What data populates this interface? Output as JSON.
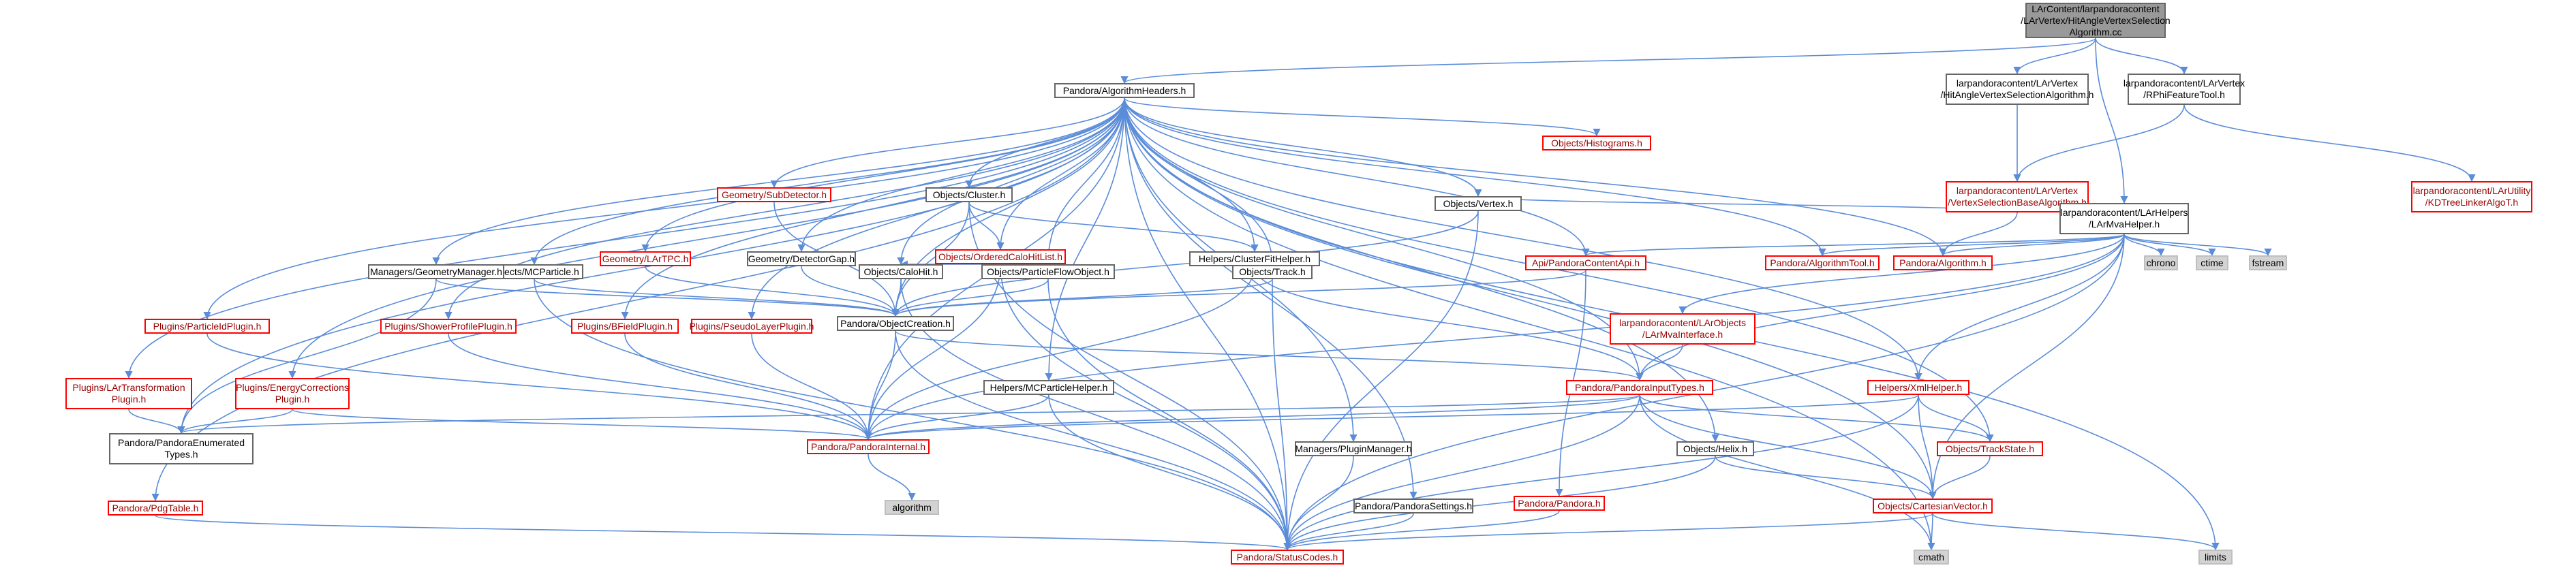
{
  "graph": {
    "edge_color": "#5b8cd8",
    "nodes": [
      {
        "id": "root",
        "label": "LArContent/larpandoracontent\n/LArVertex/HitAngleVertexSelection\nAlgorithm.cc",
        "style": "root"
      },
      {
        "id": "algheaders",
        "label": "Pandora/AlgorithmHeaders.h",
        "style": "normal"
      },
      {
        "id": "hitangle_h",
        "label": "larpandoracontent/LArVertex\n/HitAngleVertexSelectionAlgorithm.h",
        "style": "normal"
      },
      {
        "id": "rphi",
        "label": "larpandoracontent/LArVertex\n/RPhiFeatureTool.h",
        "style": "normal"
      },
      {
        "id": "vsba",
        "label": "larpandoracontent/LArVertex\n/VertexSelectionBaseAlgorithm.h",
        "style": "red"
      },
      {
        "id": "kdtree",
        "label": "larpandoracontent/LArUtility\n/KDTreeLinkerAlgoT.h",
        "style": "red"
      },
      {
        "id": "mvahelper",
        "label": "larpandoracontent/LArHelpers\n/LArMvaHelper.h",
        "style": "normal"
      },
      {
        "id": "chrono",
        "label": "chrono",
        "style": "grey"
      },
      {
        "id": "ctime",
        "label": "ctime",
        "style": "grey"
      },
      {
        "id": "fstream",
        "label": "fstream",
        "style": "grey"
      },
      {
        "id": "algtool",
        "label": "Pandora/AlgorithmTool.h",
        "style": "red"
      },
      {
        "id": "algorithm_h",
        "label": "Pandora/Algorithm.h",
        "style": "red"
      },
      {
        "id": "apicontent",
        "label": "Api/PandoraContentApi.h",
        "style": "red"
      },
      {
        "id": "mvaint",
        "label": "larpandoracontent/LArObjects\n/LArMvaInterface.h",
        "style": "red"
      },
      {
        "id": "pandora_h",
        "label": "Pandora/Pandora.h",
        "style": "red"
      },
      {
        "id": "inputtypes",
        "label": "Pandora/PandoraInputTypes.h",
        "style": "red"
      },
      {
        "id": "xmlhelper",
        "label": "Helpers/XmlHelper.h",
        "style": "red"
      },
      {
        "id": "trackstate",
        "label": "Objects/TrackState.h",
        "style": "red"
      },
      {
        "id": "cartesian",
        "label": "Objects/CartesianVector.h",
        "style": "red"
      },
      {
        "id": "cmath",
        "label": "cmath",
        "style": "grey"
      },
      {
        "id": "limits",
        "label": "limits",
        "style": "grey"
      },
      {
        "id": "statuscodes",
        "label": "Pandora/StatusCodes.h",
        "style": "red"
      },
      {
        "id": "histograms",
        "label": "Objects/Histograms.h",
        "style": "red"
      },
      {
        "id": "vertex",
        "label": "Objects/Vertex.h",
        "style": "normal"
      },
      {
        "id": "track",
        "label": "Objects/Track.h",
        "style": "normal"
      },
      {
        "id": "helix",
        "label": "Objects/Helix.h",
        "style": "normal"
      },
      {
        "id": "settings",
        "label": "Pandora/PandoraSettings.h",
        "style": "normal"
      },
      {
        "id": "pluginmgr",
        "label": "Managers/PluginManager.h",
        "style": "normal"
      },
      {
        "id": "objcreation",
        "label": "Pandora/ObjectCreation.h",
        "style": "normal"
      },
      {
        "id": "pinternal",
        "label": "Pandora/PandoraInternal.h",
        "style": "red"
      },
      {
        "id": "algorithm_std",
        "label": "algorithm",
        "style": "grey"
      },
      {
        "id": "cluster",
        "label": "Objects/Cluster.h",
        "style": "normal"
      },
      {
        "id": "clusterfit",
        "label": "Helpers/ClusterFitHelper.h",
        "style": "normal"
      },
      {
        "id": "ordered",
        "label": "Objects/OrderedCaloHitList.h",
        "style": "red"
      },
      {
        "id": "calohit",
        "label": "Objects/CaloHit.h",
        "style": "normal"
      },
      {
        "id": "pfo",
        "label": "Objects/ParticleFlowObject.h",
        "style": "normal"
      },
      {
        "id": "mcphelper",
        "label": "Helpers/MCParticleHelper.h",
        "style": "normal"
      },
      {
        "id": "subdet",
        "label": "Geometry/SubDetector.h",
        "style": "red"
      },
      {
        "id": "detgap",
        "label": "Geometry/DetectorGap.h",
        "style": "normal"
      },
      {
        "id": "lartpc",
        "label": "Geometry/LArTPC.h",
        "style": "red"
      },
      {
        "id": "mcparticle",
        "label": "Objects/MCParticle.h",
        "style": "normal"
      },
      {
        "id": "geommgr",
        "label": "Managers/GeometryManager.h",
        "style": "normal"
      },
      {
        "id": "pseudolayer",
        "label": "Plugins/PseudoLayerPlugin.h",
        "style": "red"
      },
      {
        "id": "bfield",
        "label": "Plugins/BFieldPlugin.h",
        "style": "red"
      },
      {
        "id": "showerprofile",
        "label": "Plugins/ShowerProfilePlugin.h",
        "style": "red"
      },
      {
        "id": "particleid",
        "label": "Plugins/ParticleIdPlugin.h",
        "style": "red"
      },
      {
        "id": "energycorr",
        "label": "Plugins/EnergyCorrections\nPlugin.h",
        "style": "red"
      },
      {
        "id": "lartransf",
        "label": "Plugins/LArTransformation\nPlugin.h",
        "style": "red"
      },
      {
        "id": "enumtypes",
        "label": "Pandora/PandoraEnumerated\nTypes.h",
        "style": "normal"
      },
      {
        "id": "pdgtable",
        "label": "Pandora/PdgTable.h",
        "style": "red"
      }
    ],
    "edges": [
      [
        "root",
        "algheaders"
      ],
      [
        "root",
        "hitangle_h"
      ],
      [
        "root",
        "rphi"
      ],
      [
        "root",
        "mvahelper"
      ],
      [
        "hitangle_h",
        "vsba"
      ],
      [
        "rphi",
        "vsba"
      ],
      [
        "rphi",
        "kdtree"
      ],
      [
        "vsba",
        "algorithm_h"
      ],
      [
        "vsba",
        "mvahelper"
      ],
      [
        "vsba",
        "vertex"
      ],
      [
        "mvahelper",
        "chrono"
      ],
      [
        "mvahelper",
        "ctime"
      ],
      [
        "mvahelper",
        "fstream"
      ],
      [
        "mvahelper",
        "algtool"
      ],
      [
        "mvahelper",
        "algorithm_h"
      ],
      [
        "mvahelper",
        "apicontent"
      ],
      [
        "mvahelper",
        "mvaint"
      ],
      [
        "mvahelper",
        "xmlhelper"
      ],
      [
        "mvahelper",
        "statuscodes"
      ],
      [
        "mvahelper",
        "pinternal"
      ],
      [
        "mvahelper",
        "inputtypes"
      ],
      [
        "mvahelper",
        "cartesian"
      ],
      [
        "apicontent",
        "pandora_h"
      ],
      [
        "apicontent",
        "objcreation"
      ],
      [
        "mvaint",
        "inputtypes"
      ],
      [
        "pandora_h",
        "statuscodes"
      ],
      [
        "inputtypes",
        "pinternal"
      ],
      [
        "inputtypes",
        "enumtypes"
      ],
      [
        "inputtypes",
        "statuscodes"
      ],
      [
        "inputtypes",
        "trackstate"
      ],
      [
        "inputtypes",
        "cartesian"
      ],
      [
        "inputtypes",
        "cmath"
      ],
      [
        "xmlhelper",
        "trackstate"
      ],
      [
        "xmlhelper",
        "cartesian"
      ],
      [
        "xmlhelper",
        "pinternal"
      ],
      [
        "xmlhelper",
        "statuscodes"
      ],
      [
        "trackstate",
        "cartesian"
      ],
      [
        "cartesian",
        "cmath"
      ],
      [
        "cartesian",
        "limits"
      ],
      [
        "cartesian",
        "statuscodes"
      ],
      [
        "helix",
        "cartesian"
      ],
      [
        "helix",
        "statuscodes"
      ],
      [
        "algheaders",
        "histograms"
      ],
      [
        "algheaders",
        "vertex"
      ],
      [
        "algheaders",
        "track"
      ],
      [
        "algheaders",
        "helix"
      ],
      [
        "algheaders",
        "settings"
      ],
      [
        "algheaders",
        "pluginmgr"
      ],
      [
        "algheaders",
        "objcreation"
      ],
      [
        "algheaders",
        "pinternal"
      ],
      [
        "algheaders",
        "cluster"
      ],
      [
        "algheaders",
        "clusterfit"
      ],
      [
        "algheaders",
        "ordered"
      ],
      [
        "algheaders",
        "calohit"
      ],
      [
        "algheaders",
        "pfo"
      ],
      [
        "algheaders",
        "mcphelper"
      ],
      [
        "algheaders",
        "subdet"
      ],
      [
        "algheaders",
        "detgap"
      ],
      [
        "algheaders",
        "lartpc"
      ],
      [
        "algheaders",
        "mcparticle"
      ],
      [
        "algheaders",
        "geommgr"
      ],
      [
        "algheaders",
        "pseudolayer"
      ],
      [
        "algheaders",
        "bfield"
      ],
      [
        "algheaders",
        "showerprofile"
      ],
      [
        "algheaders",
        "particleid"
      ],
      [
        "algheaders",
        "energycorr"
      ],
      [
        "algheaders",
        "lartransf"
      ],
      [
        "algheaders",
        "enumtypes"
      ],
      [
        "algheaders",
        "pdgtable"
      ],
      [
        "algheaders",
        "algtool"
      ],
      [
        "algheaders",
        "algorithm_h"
      ],
      [
        "algheaders",
        "apicontent"
      ],
      [
        "algheaders",
        "inputtypes"
      ],
      [
        "algheaders",
        "xmlhelper"
      ],
      [
        "algheaders",
        "trackstate"
      ],
      [
        "algheaders",
        "cartesian"
      ],
      [
        "algheaders",
        "cmath"
      ],
      [
        "algheaders",
        "limits"
      ],
      [
        "algheaders",
        "statuscodes"
      ],
      [
        "vertex",
        "objcreation"
      ],
      [
        "vertex",
        "statuscodes"
      ],
      [
        "track",
        "objcreation"
      ],
      [
        "track",
        "statuscodes"
      ],
      [
        "settings",
        "statuscodes"
      ],
      [
        "pluginmgr",
        "statuscodes"
      ],
      [
        "objcreation",
        "inputtypes"
      ],
      [
        "objcreation",
        "pinternal"
      ],
      [
        "objcreation",
        "statuscodes"
      ],
      [
        "pinternal",
        "algorithm_std"
      ],
      [
        "cluster",
        "ordered"
      ],
      [
        "cluster",
        "clusterfit"
      ],
      [
        "cluster",
        "objcreation"
      ],
      [
        "cluster",
        "statuscodes"
      ],
      [
        "clusterfit",
        "inputtypes"
      ],
      [
        "clusterfit",
        "pinternal"
      ],
      [
        "ordered",
        "calohit"
      ],
      [
        "ordered",
        "statuscodes"
      ],
      [
        "ordered",
        "pinternal"
      ],
      [
        "calohit",
        "objcreation"
      ],
      [
        "calohit",
        "statuscodes"
      ],
      [
        "pfo",
        "objcreation"
      ],
      [
        "pfo",
        "statuscodes"
      ],
      [
        "mcphelper",
        "pinternal"
      ],
      [
        "mcphelper",
        "statuscodes"
      ],
      [
        "subdet",
        "objcreation"
      ],
      [
        "detgap",
        "objcreation"
      ],
      [
        "lartpc",
        "objcreation"
      ],
      [
        "mcparticle",
        "objcreation"
      ],
      [
        "mcparticle",
        "statuscodes"
      ],
      [
        "geommgr",
        "objcreation"
      ],
      [
        "geommgr",
        "enumtypes"
      ],
      [
        "pseudolayer",
        "pinternal"
      ],
      [
        "bfield",
        "pinternal"
      ],
      [
        "showerprofile",
        "pinternal"
      ],
      [
        "particleid",
        "pinternal"
      ],
      [
        "energycorr",
        "pinternal"
      ],
      [
        "energycorr",
        "enumtypes"
      ],
      [
        "lartransf",
        "enumtypes"
      ],
      [
        "pdgtable",
        "statuscodes"
      ]
    ]
  }
}
